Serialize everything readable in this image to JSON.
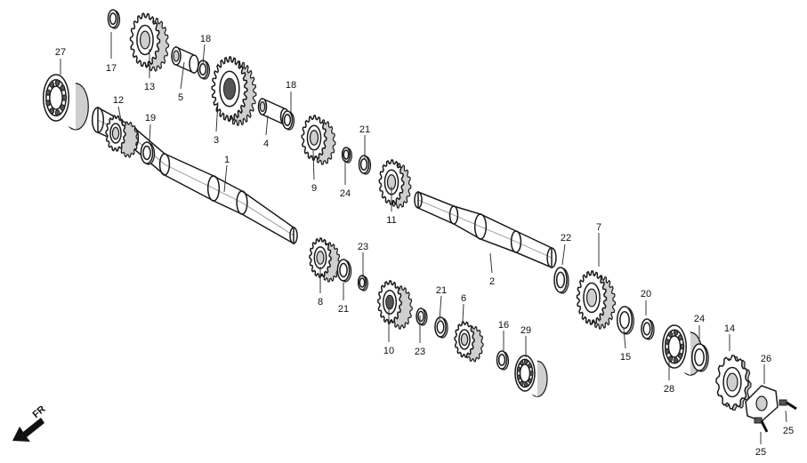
{
  "labels": {
    "p1": "1",
    "p2": "2",
    "p3": "3",
    "p4": "4",
    "p5": "5",
    "p6": "6",
    "p7": "7",
    "p8": "8",
    "p9": "9",
    "p10": "10",
    "p11": "11",
    "p12": "12",
    "p13": "13",
    "p14": "14",
    "p15": "15",
    "p16": "16",
    "p17": "17",
    "p18a": "18",
    "p18b": "18",
    "p19": "19",
    "p20": "20",
    "p21a": "21",
    "p21b": "21",
    "p21c": "21",
    "p22": "22",
    "p23a": "23",
    "p23b": "23",
    "p24a": "24",
    "p24b": "24",
    "p25a": "25",
    "p25b": "25",
    "p26": "26",
    "p27": "27",
    "p28": "28",
    "p29": "29"
  },
  "direction": {
    "label": "FR",
    "icon": "arrow-down-left-icon"
  }
}
